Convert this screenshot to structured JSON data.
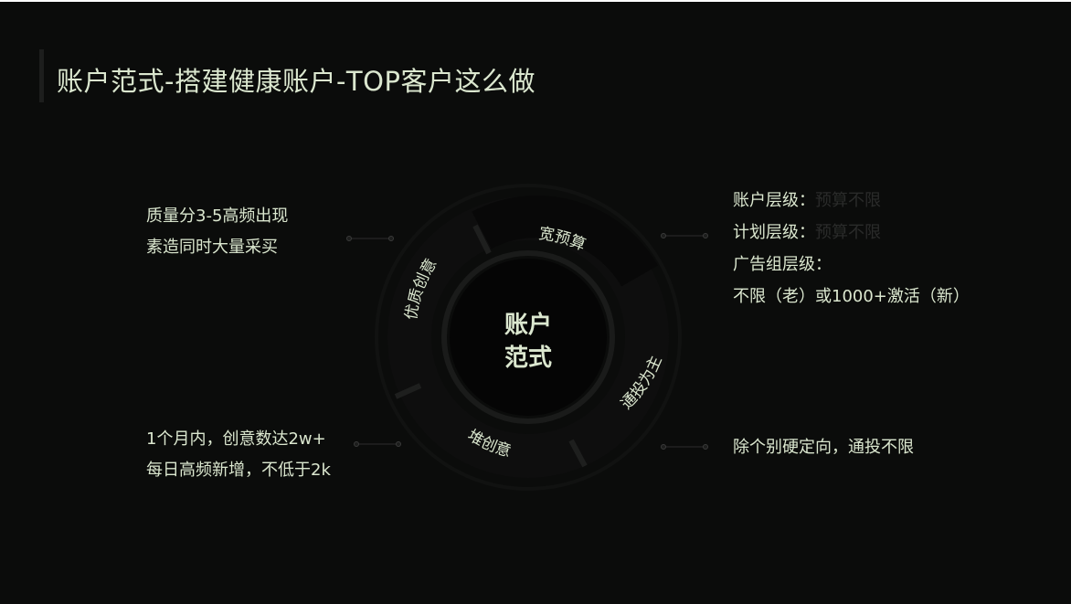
{
  "title": "账户范式-搭建健康账户-TOP客户这么做",
  "center": {
    "line1": "账户",
    "line2": "范式"
  },
  "segments": {
    "top": "宽预算",
    "left": "优质创意",
    "right": "通投为主",
    "bottom": "堆创意"
  },
  "callouts": {
    "top_left": [
      "质量分3-5高频出现",
      "素造同时大量采买"
    ],
    "bottom_left": [
      "1个月内，创意数达2w+",
      "每日高频新增，不低于2k"
    ],
    "top_right": {
      "line1_label": "账户层级：",
      "line1_value": "预算不限",
      "line2_label": "计划层级：",
      "line2_value": "预算不限",
      "line3": "广告组层级：",
      "line4": "不限（老）或1000+激活（新）"
    },
    "bottom_right": [
      "除个别硬定向，通投不限"
    ]
  },
  "colors": {
    "background": "#0b0c0b",
    "text": "#dbe7cf",
    "ring": "#0d0d0d",
    "ring_outline": "#1f201f"
  }
}
